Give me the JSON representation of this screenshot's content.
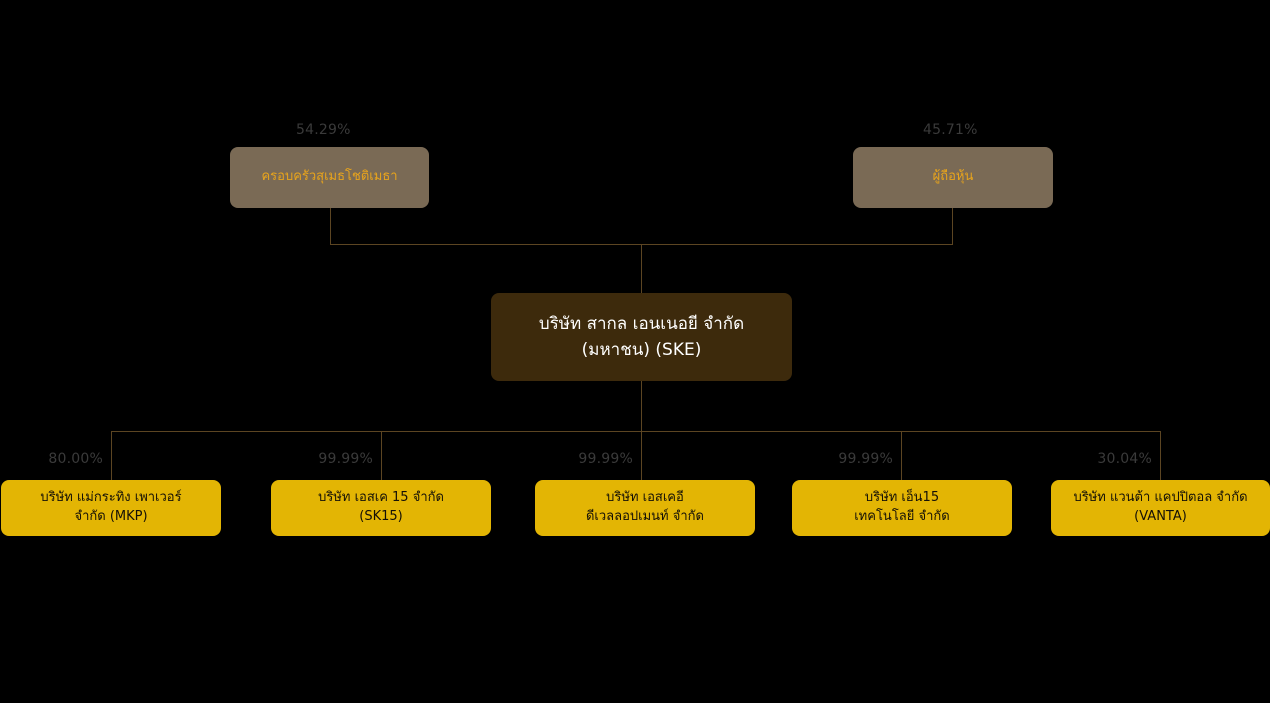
{
  "chart_data": {
    "type": "diagram",
    "title": "",
    "colors": {
      "background": "#000000",
      "shareholder_box": "#7a6a55",
      "shareholder_text": "#e8a41c",
      "company_box": "#3d2a0c",
      "company_text": "#ffffff",
      "subsidiary_box": "#e3b504",
      "subsidiary_text": "#141007",
      "connector_line": "#5c4522",
      "percent_label": "#3a3a3a"
    },
    "shareholders": [
      {
        "label": "ครอบครัวสุเมธโชติเมธา",
        "percent": "54.29%"
      },
      {
        "label": "ผู้ถือหุ้น",
        "percent": "45.71%"
      }
    ],
    "company": {
      "line1": "บริษัท สากล เอนเนอยี จำกัด",
      "line2": "(มหาชน) (SKE)"
    },
    "subsidiaries": [
      {
        "percent": "80.00%",
        "line1": "บริษัท แม่กระทิง เพาเวอร์",
        "line2": "จำกัด (MKP)"
      },
      {
        "percent": "99.99%",
        "line1": "บริษัท เอสเค 15 จำกัด",
        "line2": "(SK15)"
      },
      {
        "percent": "99.99%",
        "line1": "บริษัท เอสเคอี",
        "line2": "ดีเวลลอปเมนท์ จำกัด"
      },
      {
        "percent": "99.99%",
        "line1": "บริษัท เอ็น15",
        "line2": "เทคโนโลยี จำกัด"
      },
      {
        "percent": "30.04%",
        "line1": "บริษัท แวนต้า แคปปิตอล จำกัด",
        "line2": "(VANTA)"
      }
    ]
  }
}
